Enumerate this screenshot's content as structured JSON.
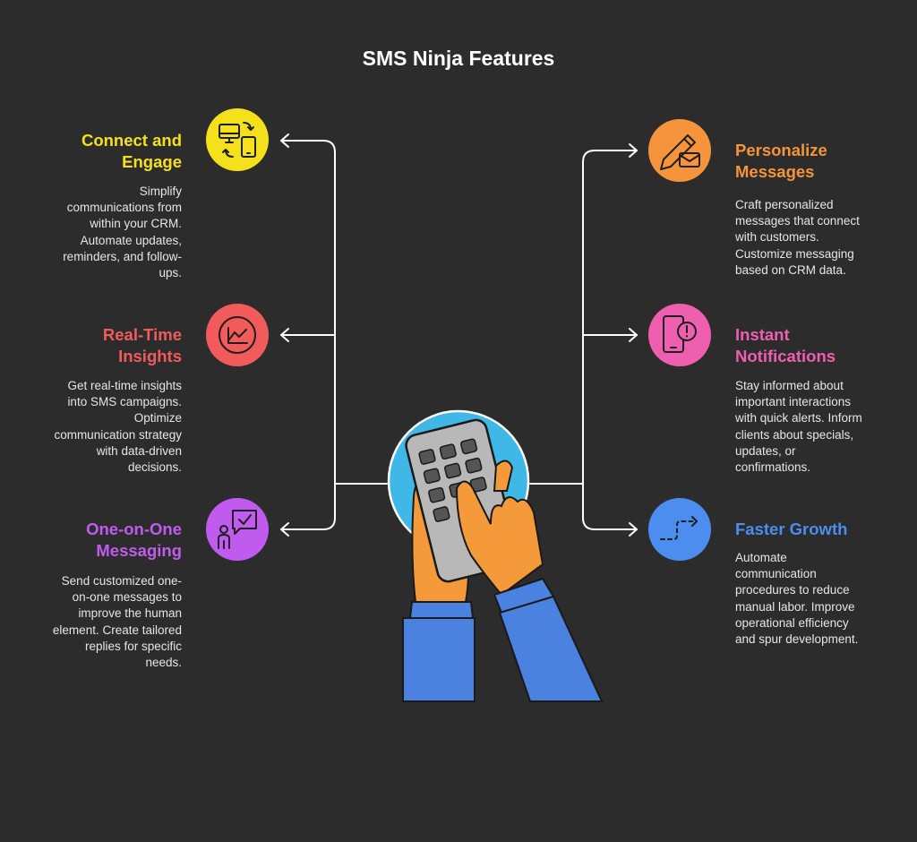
{
  "title": "SMS Ninja Features",
  "features": [
    {
      "id": "connect",
      "title_line1": "Connect and",
      "title_line2": "Engage",
      "description": [
        "Simplify",
        "communications from",
        "within your CRM.",
        "Automate updates,",
        "reminders, and follow-",
        "ups."
      ],
      "color": "#f5e11b",
      "icon": "computer-phone-sync-icon"
    },
    {
      "id": "insights",
      "title_line1": "Real-Time",
      "title_line2": "Insights",
      "description": [
        "Get real-time insights",
        "into SMS campaigns.",
        "Optimize",
        "communication strategy",
        "with data-driven",
        "decisions."
      ],
      "color": "#f15b5b",
      "icon": "line-chart-icon"
    },
    {
      "id": "one-on-one",
      "title_line1": "One-on-One",
      "title_line2": "Messaging",
      "description": [
        "Send customized one-",
        "on-one messages to",
        "improve the human",
        "element. Create tailored",
        "replies for specific",
        "needs."
      ],
      "color": "#c15bf0",
      "icon": "person-chat-check-icon"
    },
    {
      "id": "personalize",
      "title_line1": "Personalize",
      "title_line2": "Messages",
      "description": [
        "Craft personalized",
        "messages that connect",
        "with customers.",
        "Customize messaging",
        "based on CRM data."
      ],
      "color": "#f5943b",
      "icon": "pencil-envelope-icon"
    },
    {
      "id": "notifications",
      "title_line1": "Instant",
      "title_line2": "Notifications",
      "description": [
        "Stay informed about",
        "important interactions",
        "with quick alerts. Inform",
        "clients about specials,",
        "updates, or",
        "confirmations."
      ],
      "color": "#ef5fb0",
      "icon": "phone-alert-icon"
    },
    {
      "id": "growth",
      "title_line1": "Faster Growth",
      "title_line2": "",
      "description": [
        "Automate",
        "communication",
        "procedures to reduce",
        "manual labor. Improve",
        "operational efficiency",
        "and spur development."
      ],
      "color": "#4b8ef0",
      "icon": "dashed-arrow-path-icon"
    }
  ],
  "hub": {
    "icon": "hands-phone-keypad-icon",
    "ring_color": "#3fb8e8",
    "phone_color": "#b8b8b8",
    "hand_color": "#f59a3b",
    "sleeve_color": "#4b82e0"
  }
}
